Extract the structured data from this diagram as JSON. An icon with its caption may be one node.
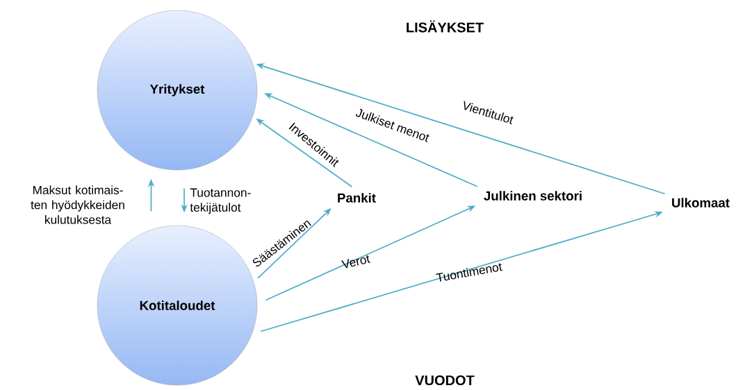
{
  "diagram": {
    "nodes": [
      {
        "text": [
          "Yritykset"
        ]
      },
      {
        "text": [
          "Kotitaloudet"
        ]
      },
      {
        "text": [
          "Pankit"
        ]
      },
      {
        "text": [
          "Julkinen sektori"
        ]
      },
      {
        "text": [
          "Ulkomaat"
        ]
      }
    ],
    "edges": [
      {
        "from": 1,
        "to": 0,
        "arrow": "to",
        "label": "Maksut kotimais- ten hyödykkeiden kulutuksesta"
      },
      {
        "from": 0,
        "to": 1,
        "arrow": "to",
        "label": "Tuotannon- tekijätulot"
      },
      {
        "from": 2,
        "to": 0,
        "arrow": "to",
        "label": "Investoinnit"
      },
      {
        "from": 3,
        "to": 0,
        "arrow": "to",
        "label": "Julkiset menot"
      },
      {
        "from": 4,
        "to": 0,
        "arrow": "to",
        "label": "Vientitulot"
      },
      {
        "from": 1,
        "to": 2,
        "arrow": "to",
        "label": "Säästäminen"
      },
      {
        "from": 1,
        "to": 3,
        "arrow": "to",
        "label": "Verot"
      },
      {
        "from": 1,
        "to": 4,
        "arrow": "to",
        "label": "Tuontimenot"
      }
    ],
    "labels": [
      "LISÄYKSET",
      "VUODOT"
    ]
  }
}
